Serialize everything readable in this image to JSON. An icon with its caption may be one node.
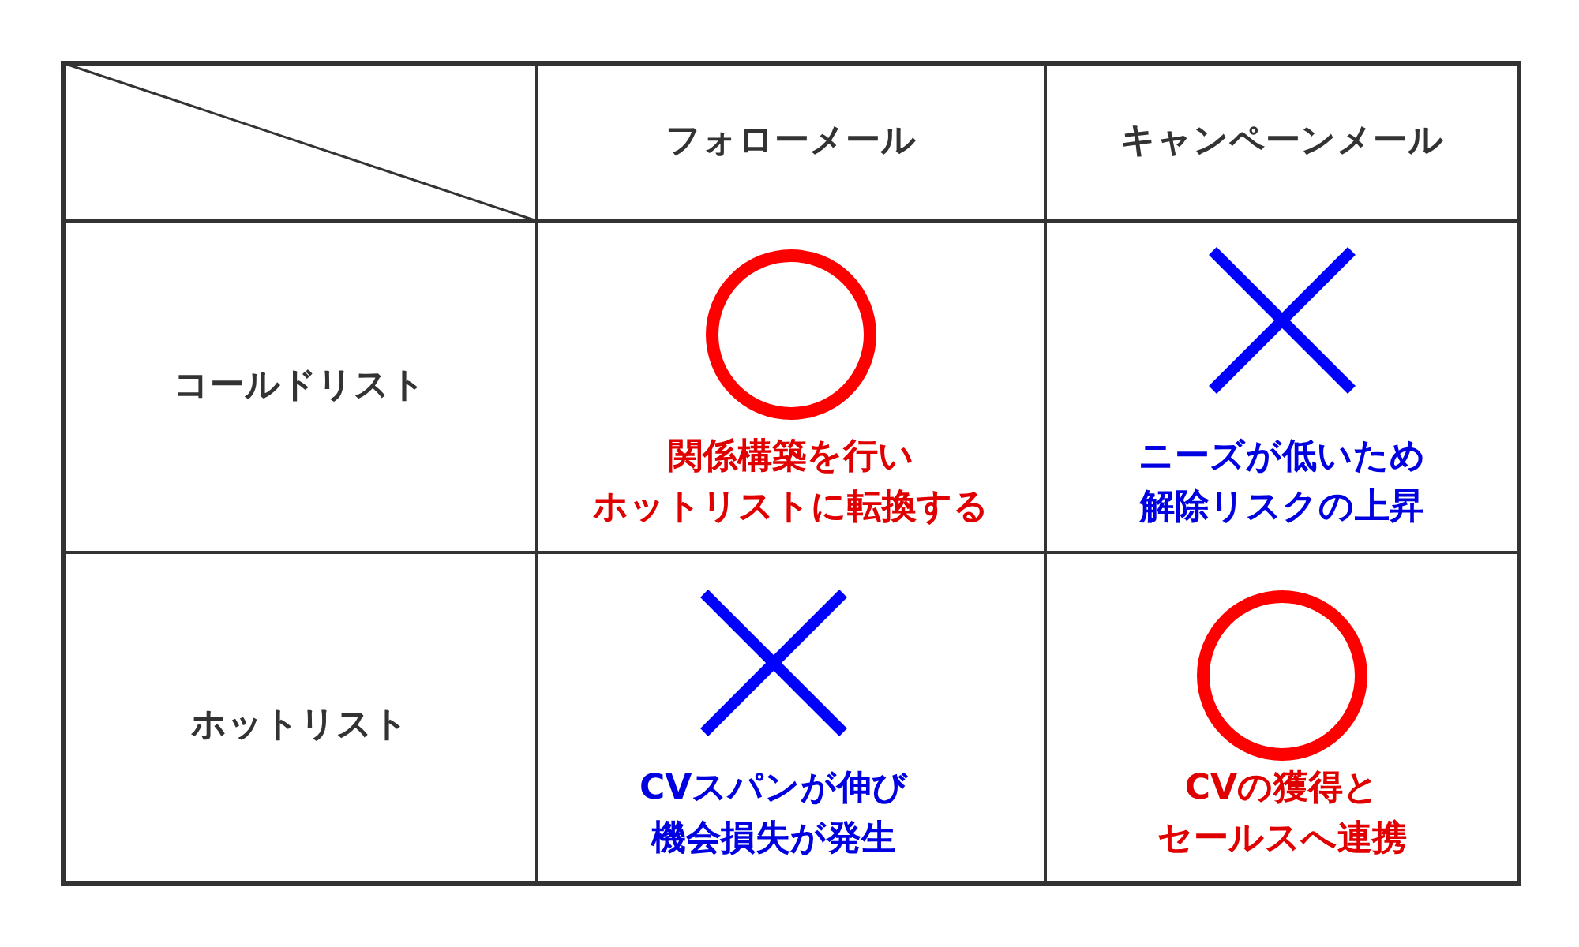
{
  "diagram": {
    "labels": [
      "フォローメール",
      "キャンペーンメール",
      "コールドリスト",
      "関係構築を行いホットリストに転換する",
      "ニーズが低いため解除リスクの上昇",
      "ホットリスト",
      "CVスパンが伸び機会損失が発生",
      "CVの獲得とセールスへ連携"
    ]
  }
}
